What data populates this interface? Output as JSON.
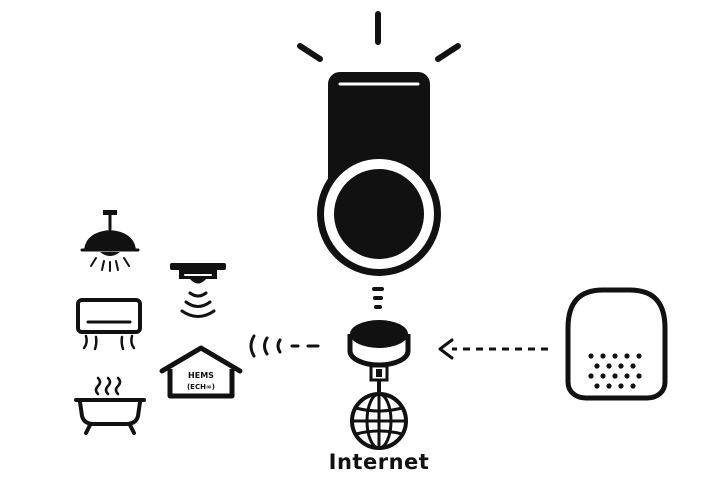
{
  "colors": {
    "ink": "#111111",
    "background": "#ffffff"
  },
  "labels": {
    "internet": "Internet",
    "hems_title": "HEMS",
    "hems_protocol": "(ECH∞)"
  },
  "icons": {
    "smart_lock": "smart-lock-icon",
    "hub": "hub-icon",
    "globe": "globe-icon",
    "smart_speaker": "smart-speaker-icon",
    "ceiling_light": "ceiling-light-icon",
    "air_conditioner": "air-conditioner-icon",
    "bathtub": "bathtub-icon",
    "ceiling_sensor": "ceiling-sensor-icon",
    "hems_house": "house-icon"
  }
}
